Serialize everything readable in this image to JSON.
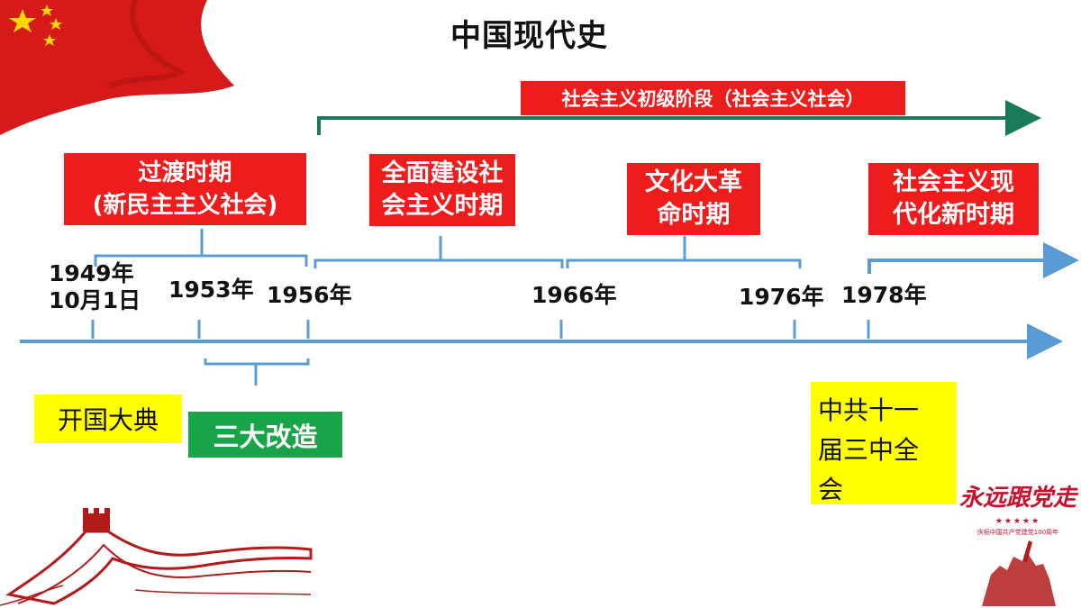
{
  "slide": {
    "title": "中国现代史",
    "era_top": "社会主义初级阶段（社会主义社会）",
    "eras": [
      {
        "lines": [
          "过渡时期",
          "(新民主主义社会)"
        ]
      },
      {
        "lines": [
          "全面建设社",
          "会主义时期"
        ]
      },
      {
        "lines": [
          "文化大革",
          "命时期"
        ]
      },
      {
        "lines": [
          "社会主义现",
          "代化新时期"
        ]
      }
    ],
    "years": {
      "y1949_line1": "1949年",
      "y1949_line2": "10月1日",
      "y1953": "1953年",
      "y1956": "1956年",
      "y1966": "1966年",
      "y1976": "1976年",
      "y1978": "1978年"
    },
    "events": {
      "founding": "开国大典",
      "three_transform": "三大改造",
      "plenum_lines": [
        "中共十一",
        "届三中全",
        "会"
      ]
    },
    "logo": {
      "text": "永远跟党走",
      "stars": "★★★★★",
      "sub": "庆祝中国共产党建党100周年"
    },
    "colors": {
      "axis": "#5b9bd5",
      "red_box": "#ee1c1c",
      "green_arrow": "#1a7a5a",
      "yellow": "#ffff00",
      "green_box": "#1aa44a"
    }
  }
}
